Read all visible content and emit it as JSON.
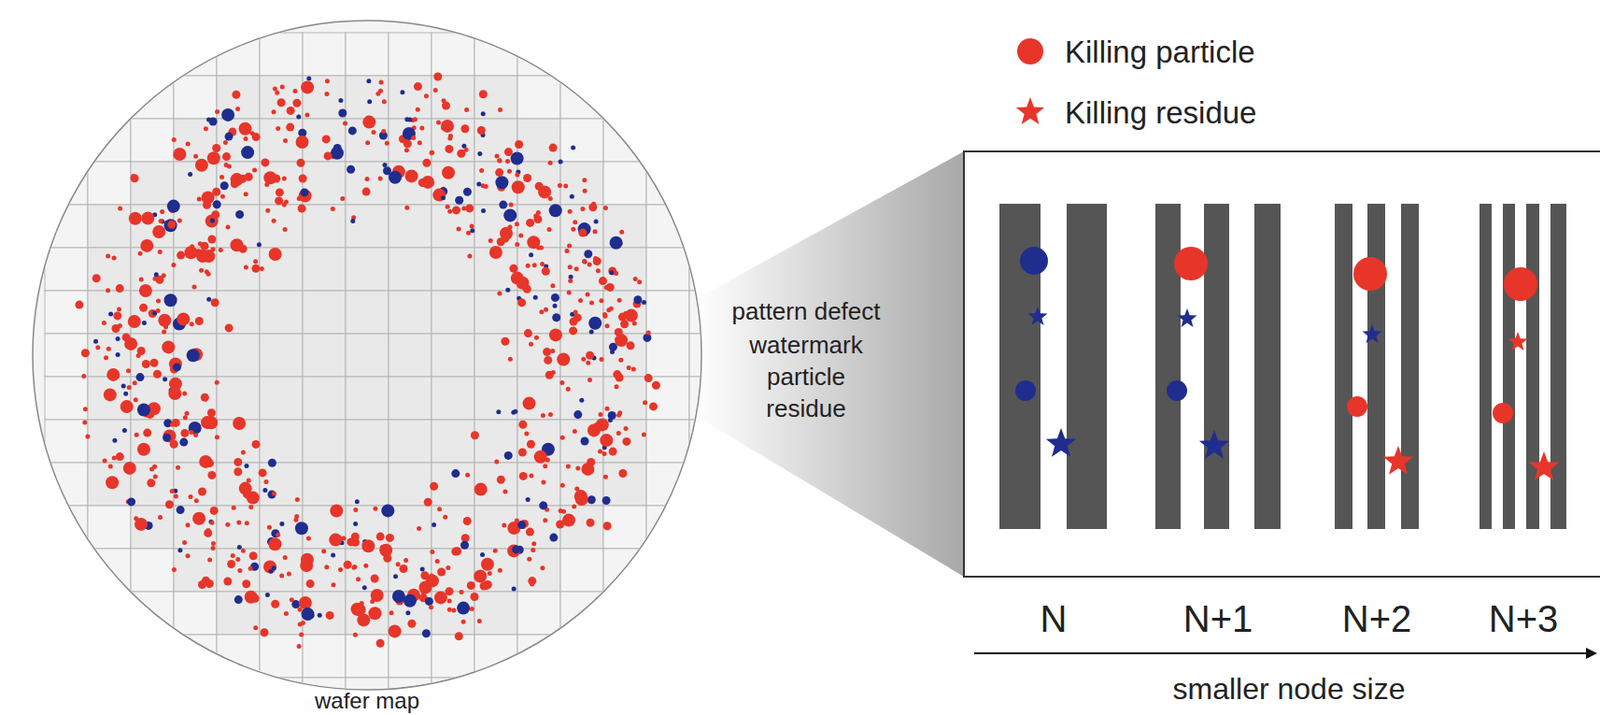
{
  "diagram": {
    "labels": [
      "pattern defect",
      "watermark",
      "particle",
      "residue",
      "N",
      "N+1",
      "N+2",
      "N+3",
      "smaller node size",
      "wafer map"
    ],
    "legend": [
      {
        "text": "Killing particle",
        "color": "#e8352a"
      },
      {
        "text": "Killing residue",
        "color": "#e8352a"
      }
    ]
  }
}
